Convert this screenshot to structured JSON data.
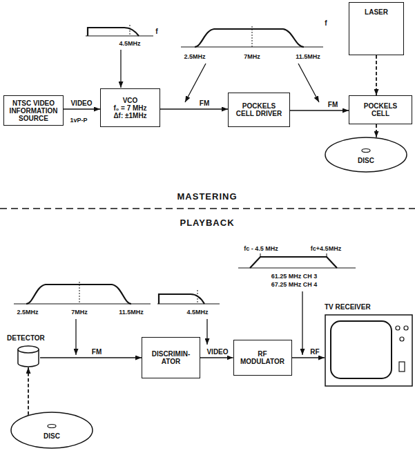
{
  "diagram": {
    "nodes": [
      {
        "text": [
          "NTSC VIDEO INFORMATION SOURCE"
        ]
      },
      {
        "text": [
          "VCO",
          "f₀ = 7 MHz",
          "Δf: ±1MHz"
        ]
      },
      {
        "text": [
          "POCKELS CELL DRIVER"
        ]
      },
      {
        "text": [
          "LASER"
        ]
      },
      {
        "text": [
          "POCKELS CELL"
        ]
      },
      {
        "text": [
          "DISC"
        ]
      },
      {
        "text": [
          "DETECTOR"
        ]
      },
      {
        "text": [
          "DISC"
        ]
      },
      {
        "text": [
          "DISCRIMIN- ATOR"
        ]
      },
      {
        "text": [
          "RF MODULATOR"
        ]
      },
      {
        "text": [
          "TV RECEIVER"
        ]
      }
    ],
    "edges": [
      {
        "from": 0,
        "to": 1,
        "arrow": "to",
        "label": "VIDEO"
      },
      {
        "from": 1,
        "to": 2,
        "arrow": "to",
        "label": "FM"
      },
      {
        "from": 2,
        "to": 4,
        "arrow": "to",
        "label": "FM"
      },
      {
        "from": 3,
        "to": 4,
        "arrow": "to"
      },
      {
        "from": 4,
        "to": 5,
        "arrow": "to"
      },
      {
        "from": 7,
        "to": 6,
        "arrow": "to"
      },
      {
        "from": 6,
        "to": 8,
        "arrow": "to",
        "label": "FM"
      },
      {
        "from": 8,
        "to": 9,
        "arrow": "to",
        "label": "VIDEO"
      },
      {
        "from": 9,
        "to": 10,
        "arrow": "to",
        "label": "RF"
      }
    ],
    "labels": [
      "4.5MHz",
      "f",
      "2.5MHz",
      "7MHz",
      "11.5MHz",
      "f",
      "1vP-P",
      "MASTERING",
      "PLAYBACK",
      "2.5MHz",
      "7MHz",
      "11.5MHz",
      "4.5MHz",
      "fc - 4.5 MHz",
      "fc+4.5MHz",
      "61.25 MHz CH 3",
      "67.25 MHz CH 4"
    ]
  }
}
